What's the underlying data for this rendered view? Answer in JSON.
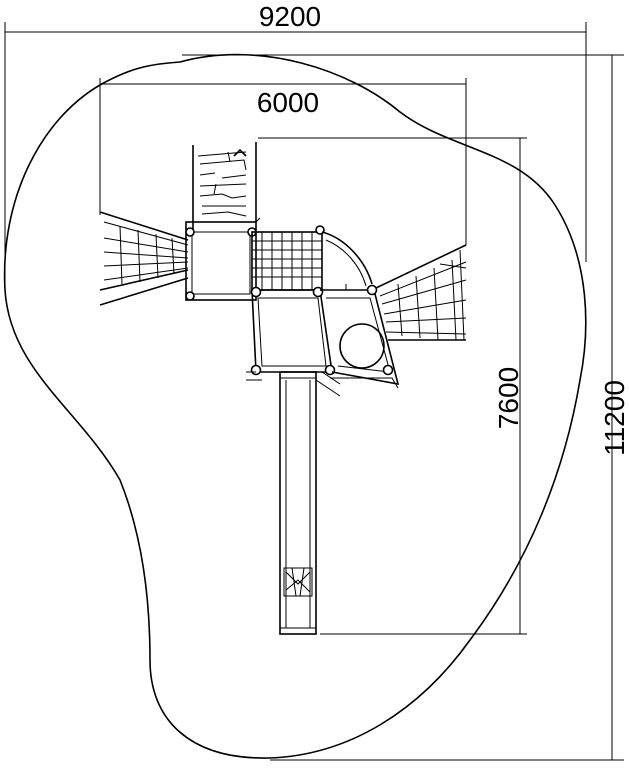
{
  "dimensions": {
    "overall_width": "9200",
    "overall_depth": "11200",
    "structure_width": "6000",
    "structure_depth": "7600"
  },
  "colors": {
    "line": "#000000",
    "background": "#ffffff"
  }
}
